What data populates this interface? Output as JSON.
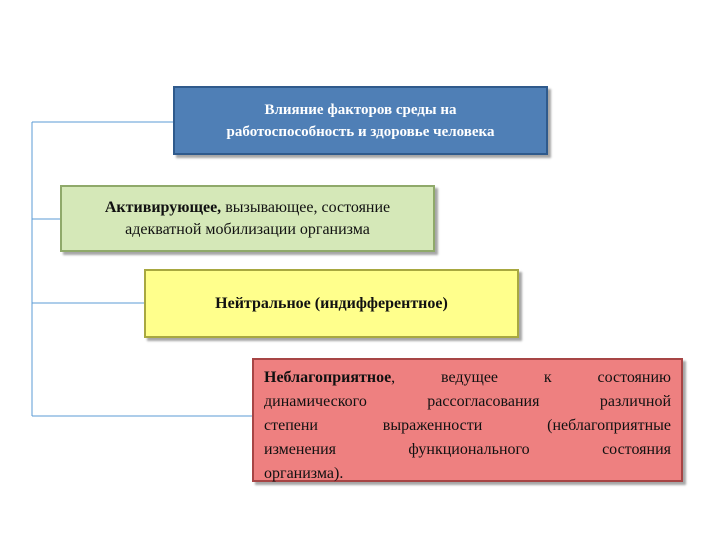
{
  "diagram": {
    "root": {
      "line1": "Влияние факторов среды на",
      "line2": "работоспособность и здоровье человека"
    },
    "activating": {
      "bold": "Активирующее,",
      "rest": " вызывающее, состояние",
      "line2": "адекватной мобилизации организма"
    },
    "neutral": {
      "label": "Нейтральное (индифферентное)"
    },
    "unfavorable": {
      "bold": "Неблагоприятное",
      "line1_rest": ", ведущее к состоянию",
      "line2": "динамического рассогласования различной",
      "line3": "степени выраженности (неблагоприятные",
      "line4": "изменения функционального состояния",
      "line5": "организма)."
    },
    "colors": {
      "root_fill": "#4f7fb6",
      "activating_fill": "#d5e8b8",
      "neutral_fill": "#ffff8c",
      "unfavorable_fill": "#ee8080",
      "connector": "#5b9bd5"
    }
  }
}
